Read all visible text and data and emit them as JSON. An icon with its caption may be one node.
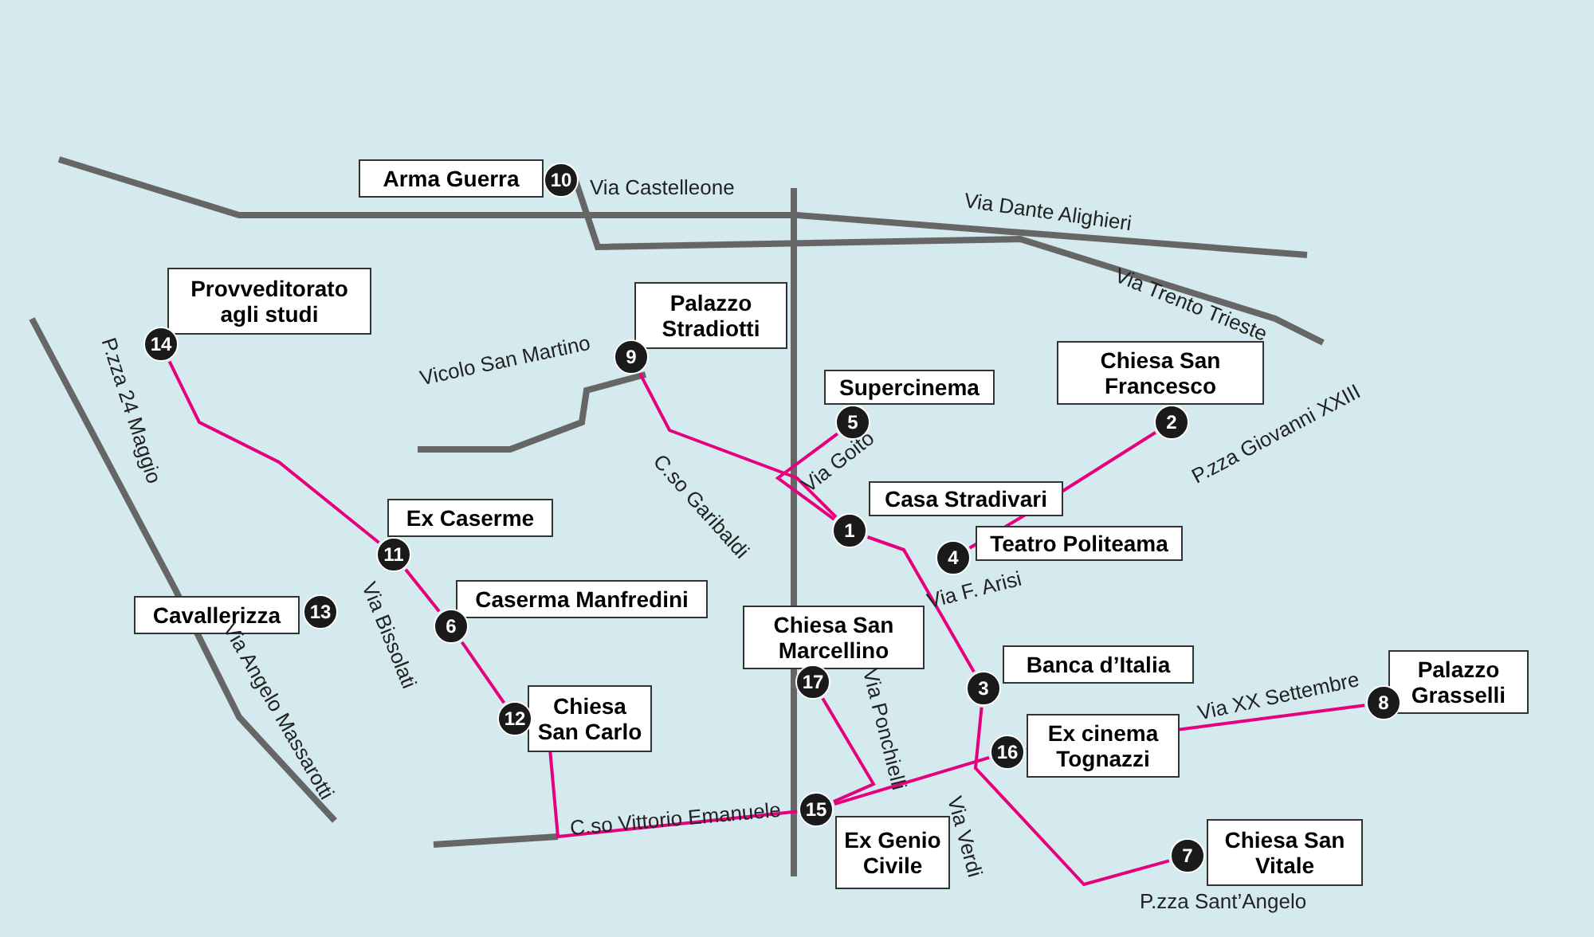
{
  "diagram": {
    "nodes": [
      {
        "text": [
          "1"
        ],
        "beside": [
          "Casa Stradivari"
        ]
      },
      {
        "text": [
          "2"
        ],
        "beside": [
          "Chiesa San Francesco"
        ]
      },
      {
        "text": [
          "3"
        ],
        "beside": [
          "Banca d’Italia"
        ]
      },
      {
        "text": [
          "4"
        ],
        "beside": [
          "Teatro Politeama"
        ]
      },
      {
        "text": [
          "5"
        ],
        "beside": [
          "Supercinema"
        ]
      },
      {
        "text": [
          "6"
        ],
        "beside": [
          "Caserma Manfredini"
        ]
      },
      {
        "text": [
          "7"
        ],
        "beside": [
          "Chiesa San Vitale"
        ]
      },
      {
        "text": [
          "8"
        ],
        "beside": [
          "Palazzo Grasselli"
        ]
      },
      {
        "text": [
          "9"
        ],
        "beside": [
          "Palazzo Stradiotti"
        ]
      },
      {
        "text": [
          "10"
        ],
        "beside": [
          "Arma Guerra"
        ]
      },
      {
        "text": [
          "11"
        ],
        "beside": [
          "Ex Caserme"
        ]
      },
      {
        "text": [
          "12"
        ],
        "beside": [
          "Chiesa San Carlo"
        ]
      },
      {
        "text": [
          "13"
        ],
        "beside": [
          "Cavallerizza"
        ]
      },
      {
        "text": [
          "14"
        ],
        "beside": [
          "Provveditorato agli studi"
        ]
      },
      {
        "text": [
          "15"
        ],
        "beside": [
          "Ex Genio Civile"
        ]
      },
      {
        "text": [
          "16"
        ],
        "beside": [
          "Ex cinema Tognazzi"
        ]
      },
      {
        "text": [
          "17"
        ],
        "beside": [
          "Chiesa San Marcellino"
        ]
      }
    ],
    "edges": [
      {
        "from": 13,
        "to": 10,
        "arrow": "none",
        "color": "#e6007e"
      },
      {
        "from": 10,
        "to": 5,
        "arrow": "none",
        "color": "#e6007e"
      },
      {
        "from": 5,
        "to": 11,
        "arrow": "none",
        "color": "#e6007e"
      },
      {
        "from": 11,
        "to": 14,
        "arrow": "none",
        "color": "#e6007e"
      },
      {
        "from": 8,
        "to": 0,
        "arrow": "none",
        "color": "#e6007e"
      },
      {
        "from": 4,
        "to": 0,
        "arrow": "none",
        "color": "#e6007e"
      },
      {
        "from": 0,
        "to": 2,
        "arrow": "none",
        "color": "#e6007e"
      },
      {
        "from": 3,
        "to": 1,
        "arrow": "none",
        "color": "#e6007e"
      },
      {
        "from": 2,
        "to": 6,
        "arrow": "none",
        "color": "#e6007e"
      },
      {
        "from": 14,
        "to": 15,
        "arrow": "none",
        "color": "#e6007e"
      },
      {
        "from": 15,
        "to": 7,
        "arrow": "none",
        "color": "#e6007e"
      },
      {
        "from": 16,
        "to": 14,
        "arrow": "none",
        "color": "#e6007e"
      }
    ],
    "labels": [
      "Via Castelleone",
      "Via Dante Alighieri",
      "Via Trento Trieste",
      "Vicolo San Martino",
      "P.zza 24 Maggio",
      "P.zza Giovanni XXIII",
      "Via Goito",
      "C.so Garibaldi",
      "Via F. Arisi",
      "Via Bissolati",
      "Via Angelo Massarotti",
      "Via Ponchielli",
      "Via XX Settembre",
      "Via Verdi",
      "C.so Vittorio Emanuele",
      "P.zza Sant’Angelo"
    ]
  }
}
